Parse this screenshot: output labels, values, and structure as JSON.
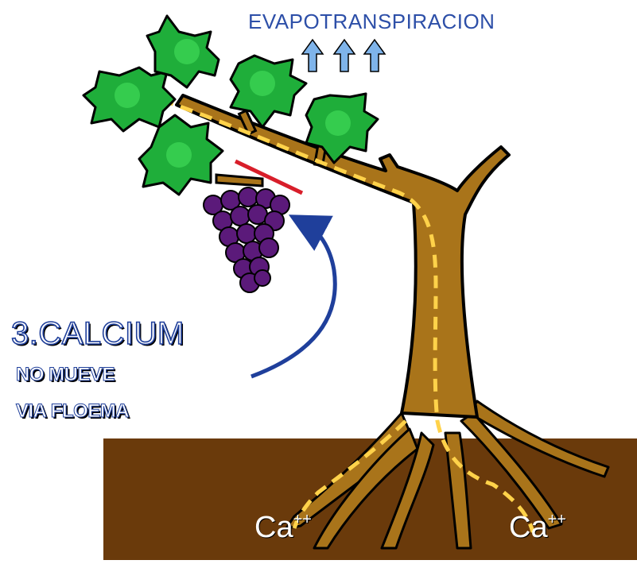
{
  "labels": {
    "evapotranspiration": "EVAPOTRANSPIRACION",
    "calcium_title": "3.CALCIUM",
    "calcium_line1": "NO MUEVE",
    "calcium_line2": "VIA FLOEMA",
    "ion_symbol": "Ca",
    "ion_charge": "++"
  },
  "colors": {
    "soil": "#6a3a0b",
    "trunk": "#a9741a",
    "trunk_outline": "#000000",
    "xylem_path": "#ffd24a",
    "leaf": "#1fae3a",
    "leaf_light": "#3fd957",
    "grape": "#5b1a7a",
    "phloem_block": "#d81e2a",
    "arrow_blue": "#1f3f9b",
    "evap_arrow": "#7fb4ea",
    "evap_text": "#2d4fa8"
  },
  "icons": [
    "evaporation-arrow-icon",
    "grape-cluster-icon",
    "curved-arrow-icon",
    "blocked-phloem-line-icon"
  ]
}
